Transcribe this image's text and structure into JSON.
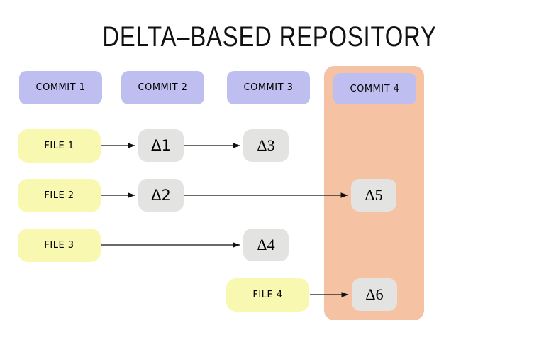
{
  "title": "DELTA–BASED REPOSITORY",
  "colors": {
    "commit": "#bebef0",
    "file": "#f8f8b0",
    "delta": "#e3e3e1",
    "highlight": "#f5c3a3",
    "arrow": "#111111"
  },
  "commits": [
    {
      "label": "COMMIT 1"
    },
    {
      "label": "COMMIT 2"
    },
    {
      "label": "COMMIT 3"
    },
    {
      "label": "COMMIT 4"
    }
  ],
  "files": [
    {
      "label": "FILE 1"
    },
    {
      "label": "FILE 2"
    },
    {
      "label": "FILE 3"
    },
    {
      "label": "FILE 4"
    }
  ],
  "deltas": [
    {
      "label": "Δ1"
    },
    {
      "label": "Δ2"
    },
    {
      "label": "Δ3"
    },
    {
      "label": "Δ4"
    },
    {
      "label": "Δ5"
    },
    {
      "label": "Δ6"
    }
  ]
}
